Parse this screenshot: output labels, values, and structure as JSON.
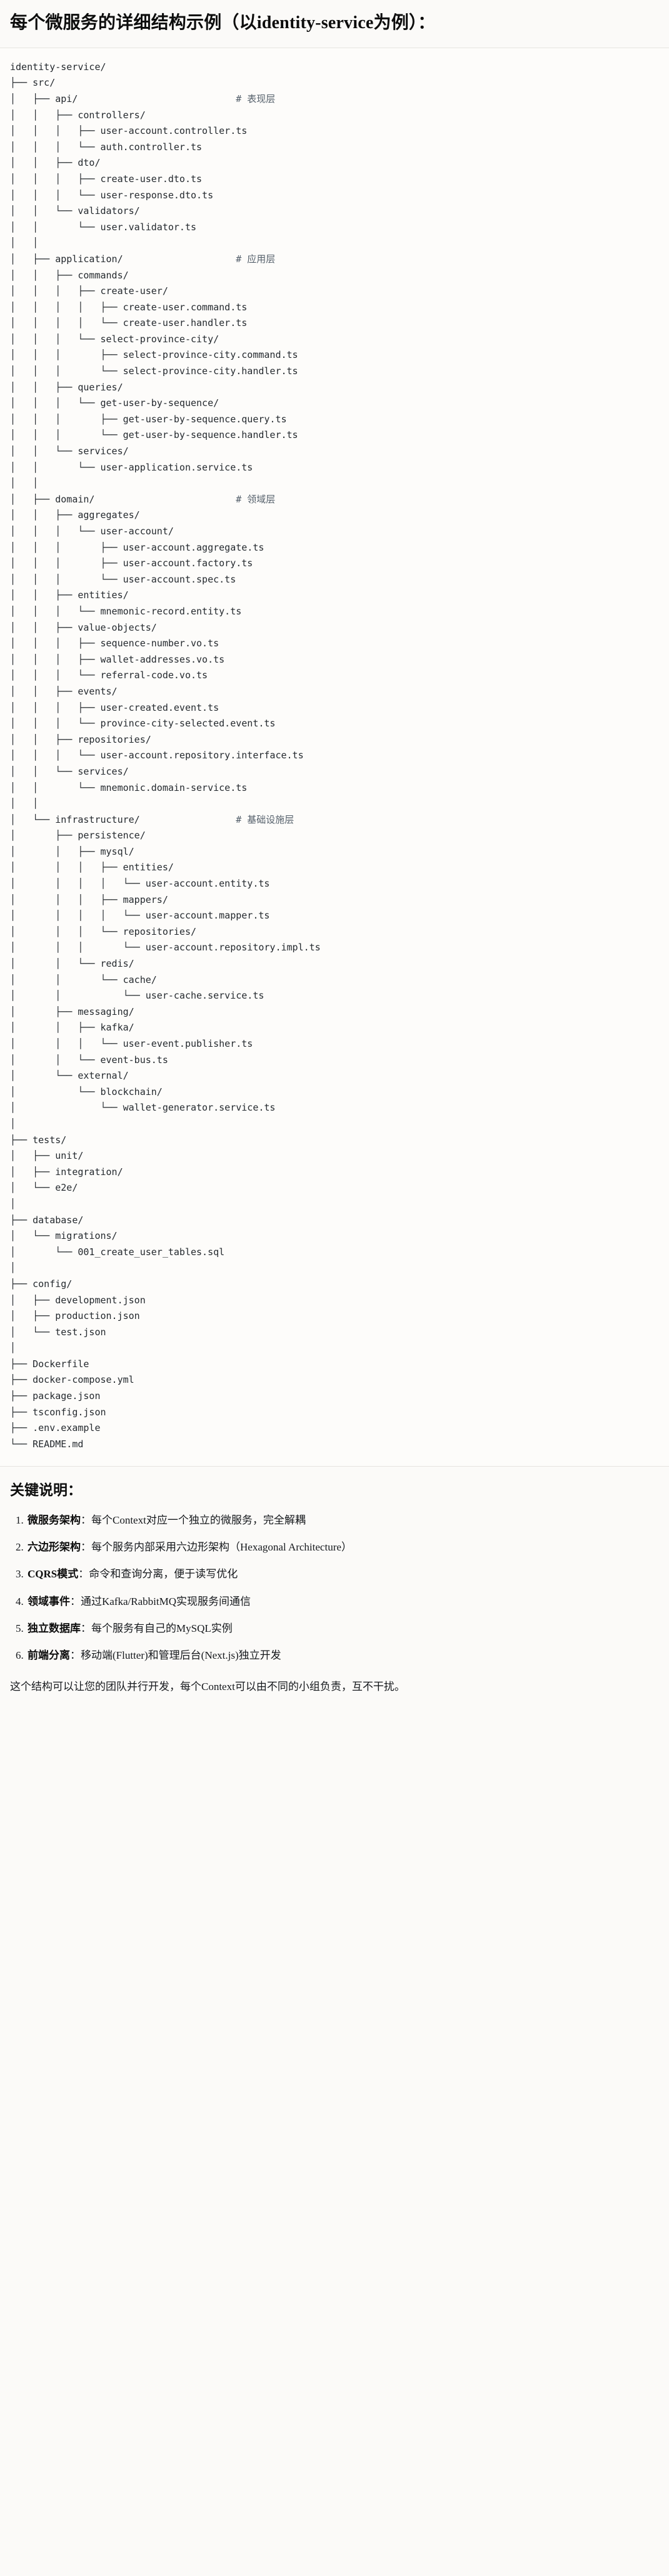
{
  "heading": "每个微服务的详细结构示例（以identity-service为例）：",
  "tree": {
    "root_label": "identity-service/",
    "lines": [
      {
        "text": "identity-service/",
        "comment": ""
      },
      {
        "text": "├── src/",
        "comment": ""
      },
      {
        "text": "│   ├── api/",
        "comment": "# 表现层"
      },
      {
        "text": "│   │   ├── controllers/",
        "comment": ""
      },
      {
        "text": "│   │   │   ├── user-account.controller.ts",
        "comment": ""
      },
      {
        "text": "│   │   │   └── auth.controller.ts",
        "comment": ""
      },
      {
        "text": "│   │   ├── dto/",
        "comment": ""
      },
      {
        "text": "│   │   │   ├── create-user.dto.ts",
        "comment": ""
      },
      {
        "text": "│   │   │   └── user-response.dto.ts",
        "comment": ""
      },
      {
        "text": "│   │   └── validators/",
        "comment": ""
      },
      {
        "text": "│   │       └── user.validator.ts",
        "comment": ""
      },
      {
        "text": "│   │",
        "comment": ""
      },
      {
        "text": "│   ├── application/",
        "comment": "# 应用层"
      },
      {
        "text": "│   │   ├── commands/",
        "comment": ""
      },
      {
        "text": "│   │   │   ├── create-user/",
        "comment": ""
      },
      {
        "text": "│   │   │   │   ├── create-user.command.ts",
        "comment": ""
      },
      {
        "text": "│   │   │   │   └── create-user.handler.ts",
        "comment": ""
      },
      {
        "text": "│   │   │   └── select-province-city/",
        "comment": ""
      },
      {
        "text": "│   │   │       ├── select-province-city.command.ts",
        "comment": ""
      },
      {
        "text": "│   │   │       └── select-province-city.handler.ts",
        "comment": ""
      },
      {
        "text": "│   │   ├── queries/",
        "comment": ""
      },
      {
        "text": "│   │   │   └── get-user-by-sequence/",
        "comment": ""
      },
      {
        "text": "│   │   │       ├── get-user-by-sequence.query.ts",
        "comment": ""
      },
      {
        "text": "│   │   │       └── get-user-by-sequence.handler.ts",
        "comment": ""
      },
      {
        "text": "│   │   └── services/",
        "comment": ""
      },
      {
        "text": "│   │       └── user-application.service.ts",
        "comment": ""
      },
      {
        "text": "│   │",
        "comment": ""
      },
      {
        "text": "│   ├── domain/",
        "comment": "# 领域层"
      },
      {
        "text": "│   │   ├── aggregates/",
        "comment": ""
      },
      {
        "text": "│   │   │   └── user-account/",
        "comment": ""
      },
      {
        "text": "│   │   │       ├── user-account.aggregate.ts",
        "comment": ""
      },
      {
        "text": "│   │   │       ├── user-account.factory.ts",
        "comment": ""
      },
      {
        "text": "│   │   │       └── user-account.spec.ts",
        "comment": ""
      },
      {
        "text": "│   │   ├── entities/",
        "comment": ""
      },
      {
        "text": "│   │   │   └── mnemonic-record.entity.ts",
        "comment": ""
      },
      {
        "text": "│   │   ├── value-objects/",
        "comment": ""
      },
      {
        "text": "│   │   │   ├── sequence-number.vo.ts",
        "comment": ""
      },
      {
        "text": "│   │   │   ├── wallet-addresses.vo.ts",
        "comment": ""
      },
      {
        "text": "│   │   │   └── referral-code.vo.ts",
        "comment": ""
      },
      {
        "text": "│   │   ├── events/",
        "comment": ""
      },
      {
        "text": "│   │   │   ├── user-created.event.ts",
        "comment": ""
      },
      {
        "text": "│   │   │   └── province-city-selected.event.ts",
        "comment": ""
      },
      {
        "text": "│   │   ├── repositories/",
        "comment": ""
      },
      {
        "text": "│   │   │   └── user-account.repository.interface.ts",
        "comment": ""
      },
      {
        "text": "│   │   └── services/",
        "comment": ""
      },
      {
        "text": "│   │       └── mnemonic.domain-service.ts",
        "comment": ""
      },
      {
        "text": "│   │",
        "comment": ""
      },
      {
        "text": "│   └── infrastructure/",
        "comment": "# 基础设施层"
      },
      {
        "text": "│       ├── persistence/",
        "comment": ""
      },
      {
        "text": "│       │   ├── mysql/",
        "comment": ""
      },
      {
        "text": "│       │   │   ├── entities/",
        "comment": ""
      },
      {
        "text": "│       │   │   │   └── user-account.entity.ts",
        "comment": ""
      },
      {
        "text": "│       │   │   ├── mappers/",
        "comment": ""
      },
      {
        "text": "│       │   │   │   └── user-account.mapper.ts",
        "comment": ""
      },
      {
        "text": "│       │   │   └── repositories/",
        "comment": ""
      },
      {
        "text": "│       │   │       └── user-account.repository.impl.ts",
        "comment": ""
      },
      {
        "text": "│       │   └── redis/",
        "comment": ""
      },
      {
        "text": "│       │       └── cache/",
        "comment": ""
      },
      {
        "text": "│       │           └── user-cache.service.ts",
        "comment": ""
      },
      {
        "text": "│       ├── messaging/",
        "comment": ""
      },
      {
        "text": "│       │   ├── kafka/",
        "comment": ""
      },
      {
        "text": "│       │   │   └── user-event.publisher.ts",
        "comment": ""
      },
      {
        "text": "│       │   └── event-bus.ts",
        "comment": ""
      },
      {
        "text": "│       └── external/",
        "comment": ""
      },
      {
        "text": "│           └── blockchain/",
        "comment": ""
      },
      {
        "text": "│               └── wallet-generator.service.ts",
        "comment": ""
      },
      {
        "text": "│",
        "comment": ""
      },
      {
        "text": "├── tests/",
        "comment": ""
      },
      {
        "text": "│   ├── unit/",
        "comment": ""
      },
      {
        "text": "│   ├── integration/",
        "comment": ""
      },
      {
        "text": "│   └── e2e/",
        "comment": ""
      },
      {
        "text": "│",
        "comment": ""
      },
      {
        "text": "├── database/",
        "comment": ""
      },
      {
        "text": "│   └── migrations/",
        "comment": ""
      },
      {
        "text": "│       └── 001_create_user_tables.sql",
        "comment": ""
      },
      {
        "text": "│",
        "comment": ""
      },
      {
        "text": "├── config/",
        "comment": ""
      },
      {
        "text": "│   ├── development.json",
        "comment": ""
      },
      {
        "text": "│   ├── production.json",
        "comment": ""
      },
      {
        "text": "│   └── test.json",
        "comment": ""
      },
      {
        "text": "│",
        "comment": ""
      },
      {
        "text": "├── Dockerfile",
        "comment": ""
      },
      {
        "text": "├── docker-compose.yml",
        "comment": ""
      },
      {
        "text": "├── package.json",
        "comment": ""
      },
      {
        "text": "├── tsconfig.json",
        "comment": ""
      },
      {
        "text": "├── .env.example",
        "comment": ""
      },
      {
        "text": "└── README.md",
        "comment": ""
      }
    ],
    "comment_column": 40
  },
  "keypoints": {
    "title": "关键说明：",
    "items": [
      {
        "term": "微服务架构",
        "desc": "：每个Context对应一个独立的微服务，完全解耦"
      },
      {
        "term": "六边形架构",
        "desc": "：每个服务内部采用六边形架构（Hexagonal Architecture）"
      },
      {
        "term": "CQRS模式",
        "desc": "：命令和查询分离，便于读写优化"
      },
      {
        "term": "领域事件",
        "desc": "：通过Kafka/RabbitMQ实现服务间通信"
      },
      {
        "term": "独立数据库",
        "desc": "：每个服务有自己的MySQL实例"
      },
      {
        "term": "前端分离",
        "desc": "：移动端(Flutter)和管理后台(Next.js)独立开发"
      }
    ],
    "footer": "这个结构可以让您的团队并行开发，每个Context可以由不同的小组负责，互不干扰。"
  }
}
